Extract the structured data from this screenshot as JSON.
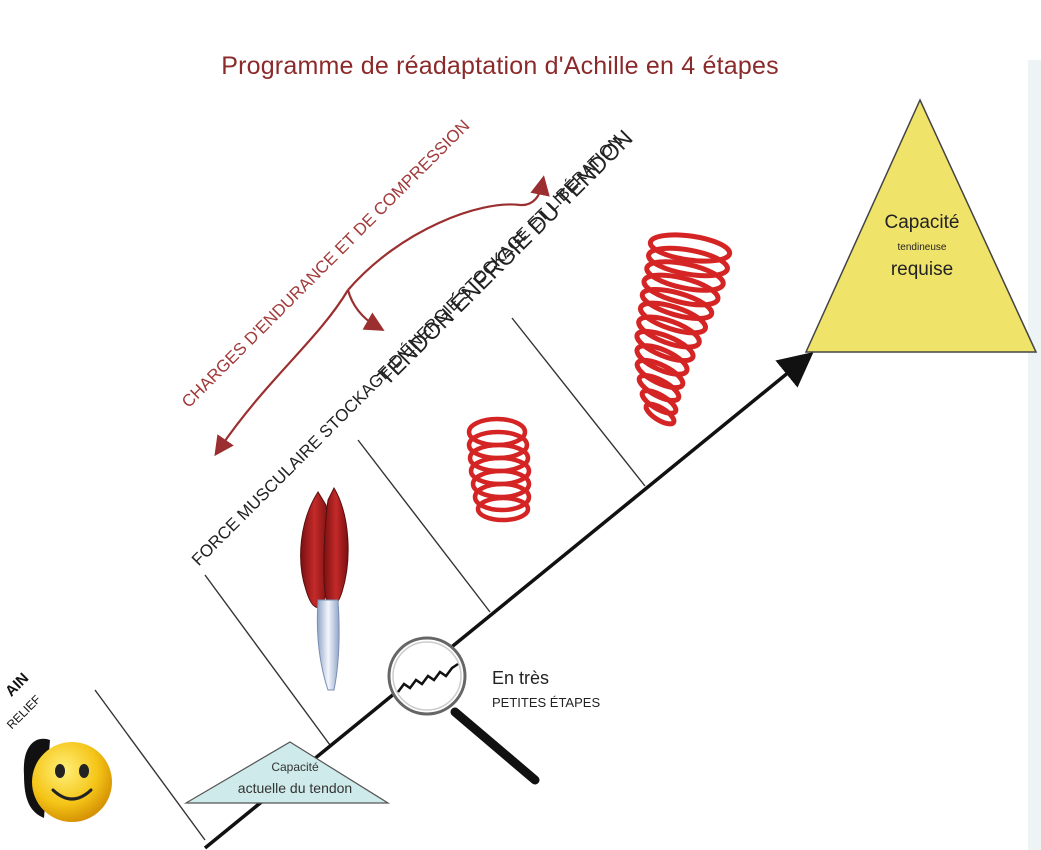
{
  "title": "Programme de réadaptation d'Achille en 4 étapes",
  "stage_labels": {
    "endurance": "CHARGES D'ENDURANCE ET DE COMPRESSION",
    "tendon_energy": "TENDON ÉNERGIE DU TENDON",
    "muscle_force": "FORCE MUSCULAIRE STOCKAGE D'ÉNERGIE STOCKAGE ET LIBÉRATION"
  },
  "required_capacity": {
    "line1": "Capacité",
    "line2": "tendineuse",
    "line3": "requise"
  },
  "current_capacity": {
    "line1": "Capacité",
    "line2": "actuelle du tendon"
  },
  "small_steps": {
    "line1": "En très",
    "line2": "PETITES ÉTAPES"
  },
  "left_edge": {
    "word": "AIN",
    "relief": "RELIEF"
  },
  "colors": {
    "title": "#8b2a2a",
    "accent_red": "#a23a3a",
    "triangle_yellow": "#f0e36a",
    "triangle_blue": "#cfeaea",
    "spring_red": "#d42424",
    "smiley": "#f5c518"
  },
  "icons": [
    "magnifier-icon",
    "smiley-icon",
    "muscle-icon",
    "spring-icon"
  ]
}
